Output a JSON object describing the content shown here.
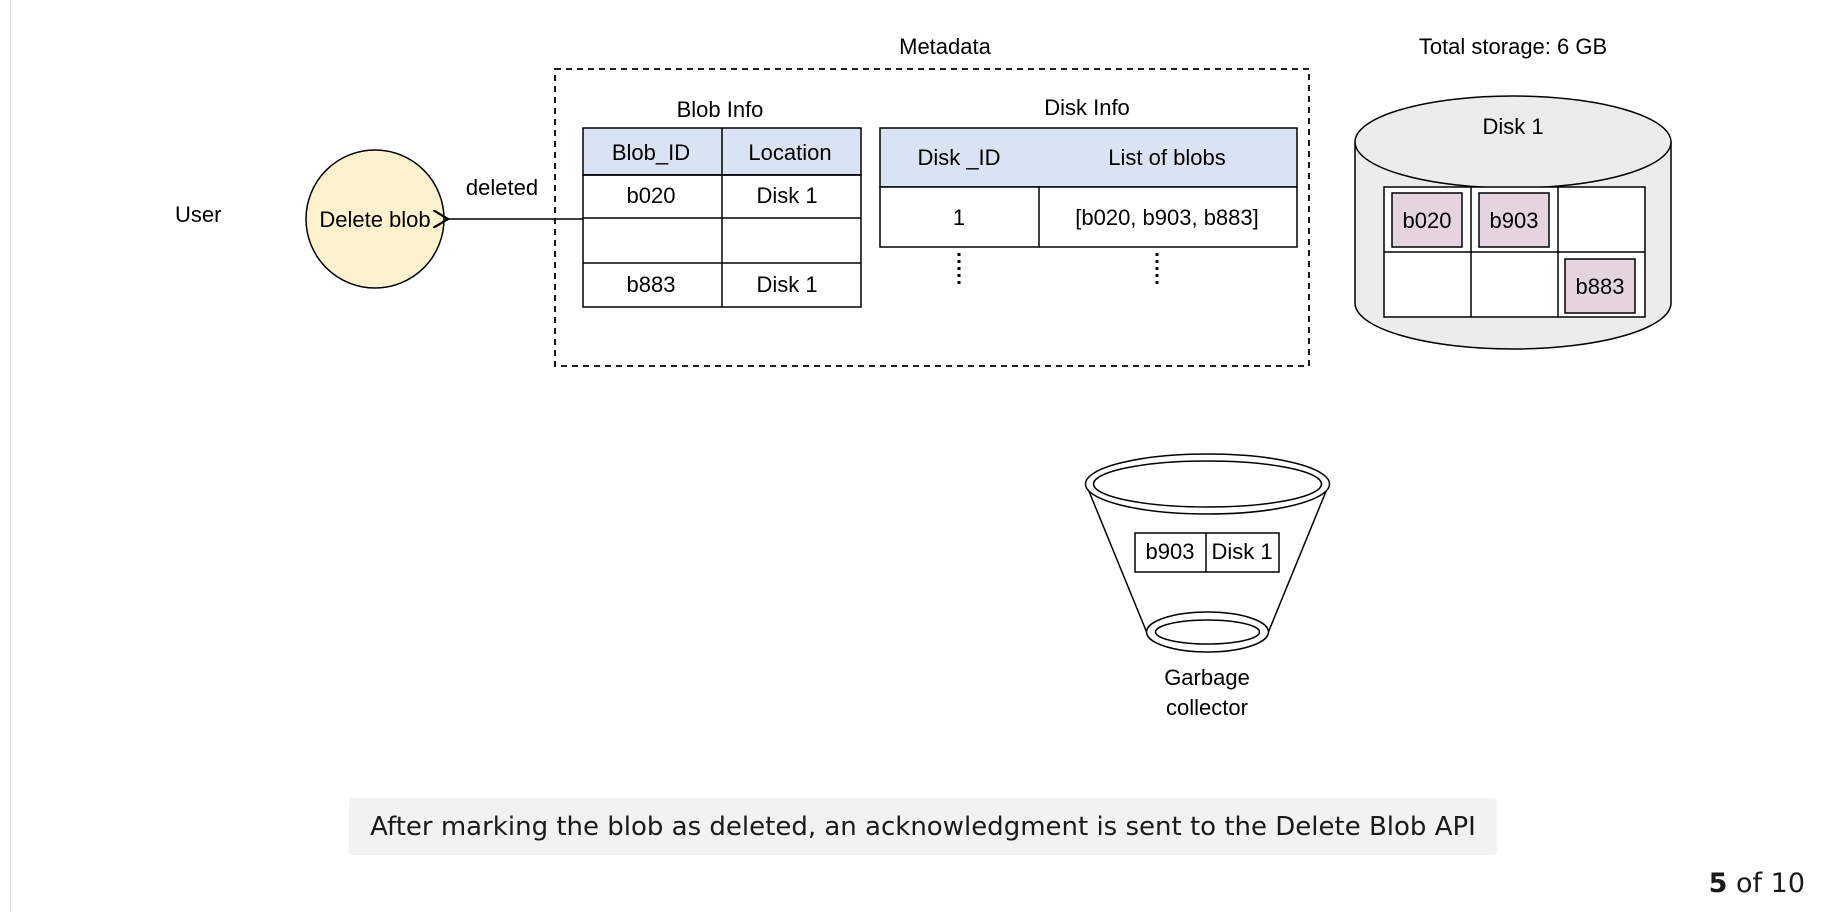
{
  "diagram": {
    "user_label": "User",
    "delete_blob_label": "Delete blob",
    "arrow_label": "deleted",
    "metadata_label": "Metadata",
    "blob_info": {
      "title": "Blob Info",
      "headers": [
        "Blob_ID",
        "Location"
      ],
      "rows": [
        [
          "b020",
          "Disk 1"
        ],
        [
          "",
          ""
        ],
        [
          "b883",
          "Disk 1"
        ]
      ]
    },
    "disk_info": {
      "title": "Disk Info",
      "headers": [
        "Disk _ID",
        "List of blobs"
      ],
      "rows": [
        [
          "1",
          "[b020, b903, b883]"
        ]
      ]
    },
    "storage": {
      "total_label": "Total storage: 6 GB",
      "disk_label": "Disk 1",
      "blobs": [
        "b020",
        "b903",
        "b883"
      ]
    },
    "garbage_collector": {
      "entry": [
        "b903",
        "Disk 1"
      ],
      "label_line1": "Garbage",
      "label_line2": "collector"
    },
    "colors": {
      "table_header": "#dae3f3",
      "delete_circle": "#fbf1cc",
      "blob_cell": "#e3d4df",
      "disk_body": "#ececec"
    }
  },
  "caption": "After marking the blob as deleted, an acknowledgment is sent to the Delete Blob API",
  "pager": {
    "current": "5",
    "of_total": "of 10"
  }
}
